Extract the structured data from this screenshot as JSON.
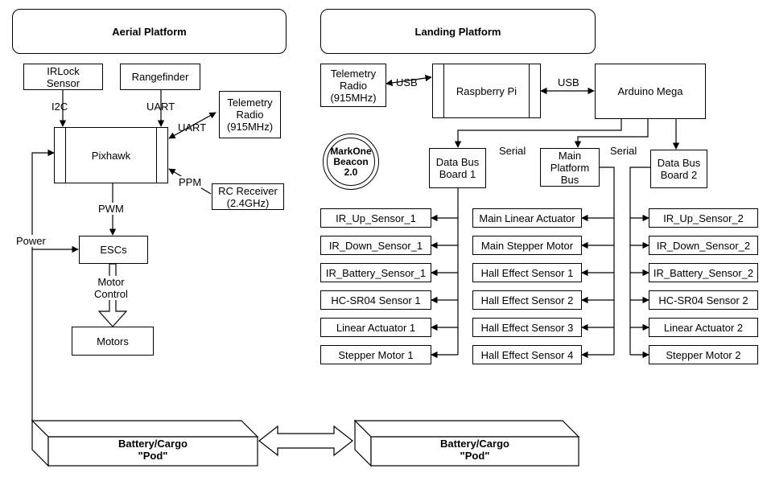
{
  "aerial": {
    "title": "Aerial Platform",
    "irlock": "IRLock\nSensor",
    "rangefinder": "Rangefinder",
    "telemetry": "Telemetry\nRadio\n(915MHz)",
    "pixhawk": "Pixhawk",
    "rc": "RC Receiver\n(2.4GHz)",
    "escs": "ESCs",
    "motors": "Motors",
    "i2c": "I2C",
    "uart_top": "UART",
    "uart_side": "UART",
    "ppm": "PPM",
    "pwm": "PWM",
    "power": "Power",
    "motor_control": "Motor\nControl",
    "pod": "Battery/Cargo\n\"Pod\""
  },
  "landing": {
    "title": "Landing Platform",
    "telemetry": "Telemetry\nRadio\n(915MHz)",
    "usb_left": "USB",
    "raspberry": "Raspberry Pi",
    "usb_right": "USB",
    "arduino": "Arduino Mega",
    "beacon": "MarkOne\nBeacon\n2.0",
    "bus1": "Data Bus\nBoard 1",
    "main_bus": "Main\nPlatform\nBus",
    "bus2": "Data Bus\nBoard 2",
    "serial_left": "Serial",
    "serial_right": "Serial",
    "col1": [
      "IR_Up_Sensor_1",
      "IR_Down_Sensor_1",
      "IR_Battery_Sensor_1",
      "HC-SR04 Sensor 1",
      "Linear Actuator 1",
      "Stepper Motor 1"
    ],
    "col2": [
      "Main Linear Actuator",
      "Main Stepper Motor",
      "Hall Effect Sensor 1",
      "Hall Effect Sensor 2",
      "Hall Effect Sensor 3",
      "Hall Effect Sensor 4"
    ],
    "col3": [
      "IR_Up_Sensor_2",
      "IR_Down_Sensor_2",
      "IR_Battery_Sensor_2",
      "HC-SR04 Sensor 2",
      "Linear Actuator 2",
      "Stepper Motor 2"
    ],
    "pod": "Battery/Cargo\n\"Pod\""
  }
}
